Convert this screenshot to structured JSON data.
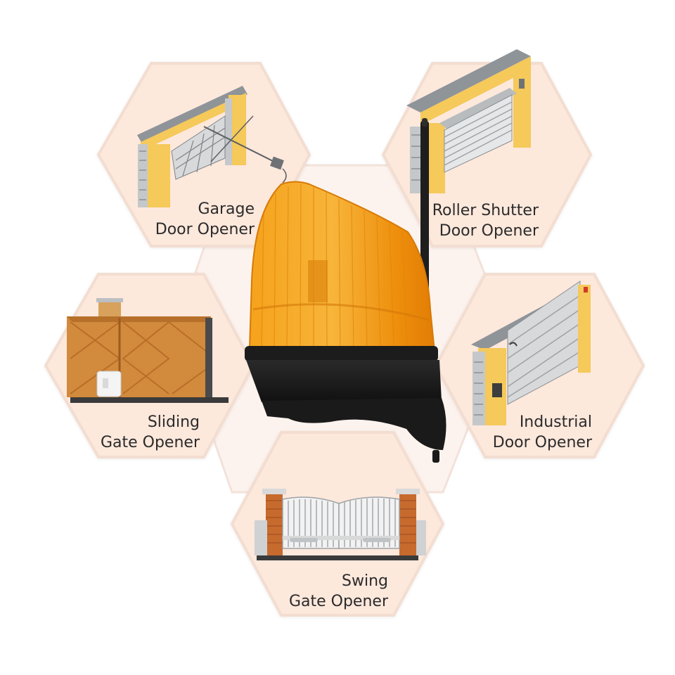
{
  "applications": {
    "garage": {
      "line1": "Garage",
      "line2": "Door Opener",
      "icon": "garage-door-icon"
    },
    "roller": {
      "line1": "Roller Shutter",
      "line2": "Door Opener",
      "icon": "roller-shutter-icon"
    },
    "sliding": {
      "line1": "Sliding",
      "line2": "Gate Opener",
      "icon": "sliding-gate-icon"
    },
    "industrial": {
      "line1": "Industrial",
      "line2": "Door Opener",
      "icon": "industrial-door-icon"
    },
    "swing": {
      "line1": "Swing",
      "line2": "Gate Opener",
      "icon": "swing-gate-icon"
    }
  },
  "product": {
    "icon": "warning-lamp-icon"
  },
  "colors": {
    "hex_fill": "#fde8dc",
    "hex_border": "#f2d8cb",
    "lamp_amber": "#f39a12",
    "lamp_base": "#1c1c1c",
    "frame_yellow": "#f5c95a",
    "steel_grey": "#b9bcbe"
  }
}
